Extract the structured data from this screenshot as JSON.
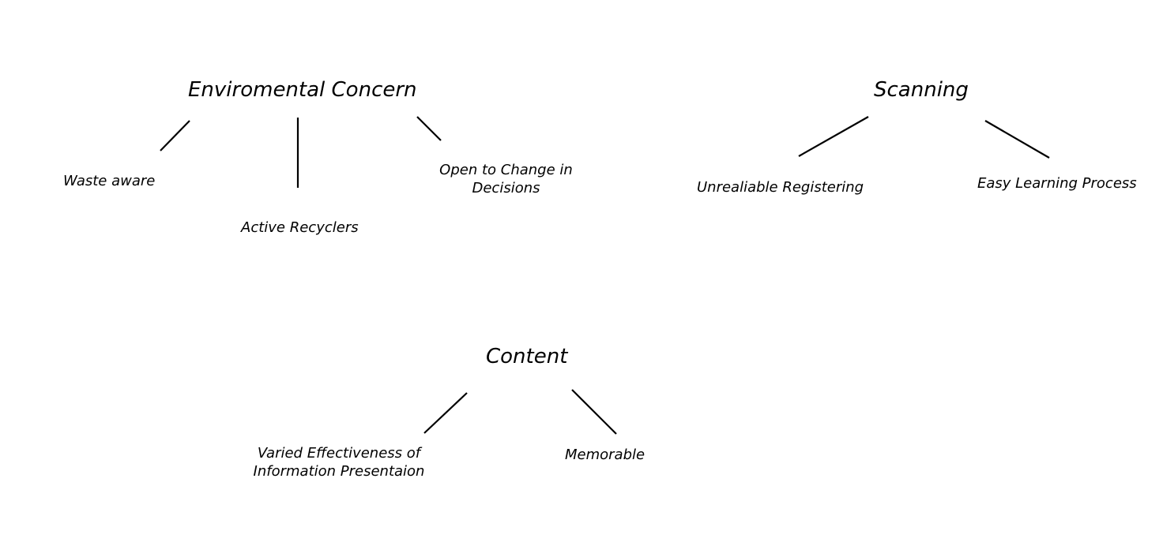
{
  "diagram": {
    "topics": [
      {
        "label": "Enviromental Concern",
        "children": [
          {
            "label": "Waste aware"
          },
          {
            "label": "Active Recyclers"
          },
          {
            "label": "Open to Change in Decisions"
          }
        ]
      },
      {
        "label": "Scanning",
        "children": [
          {
            "label": "Unrealiable Registering"
          },
          {
            "label": "Easy Learning Process"
          }
        ]
      },
      {
        "label": "Content",
        "children": [
          {
            "label": "Varied Effectiveness of Information Presentaion"
          },
          {
            "label": "Memorable"
          }
        ]
      }
    ]
  }
}
